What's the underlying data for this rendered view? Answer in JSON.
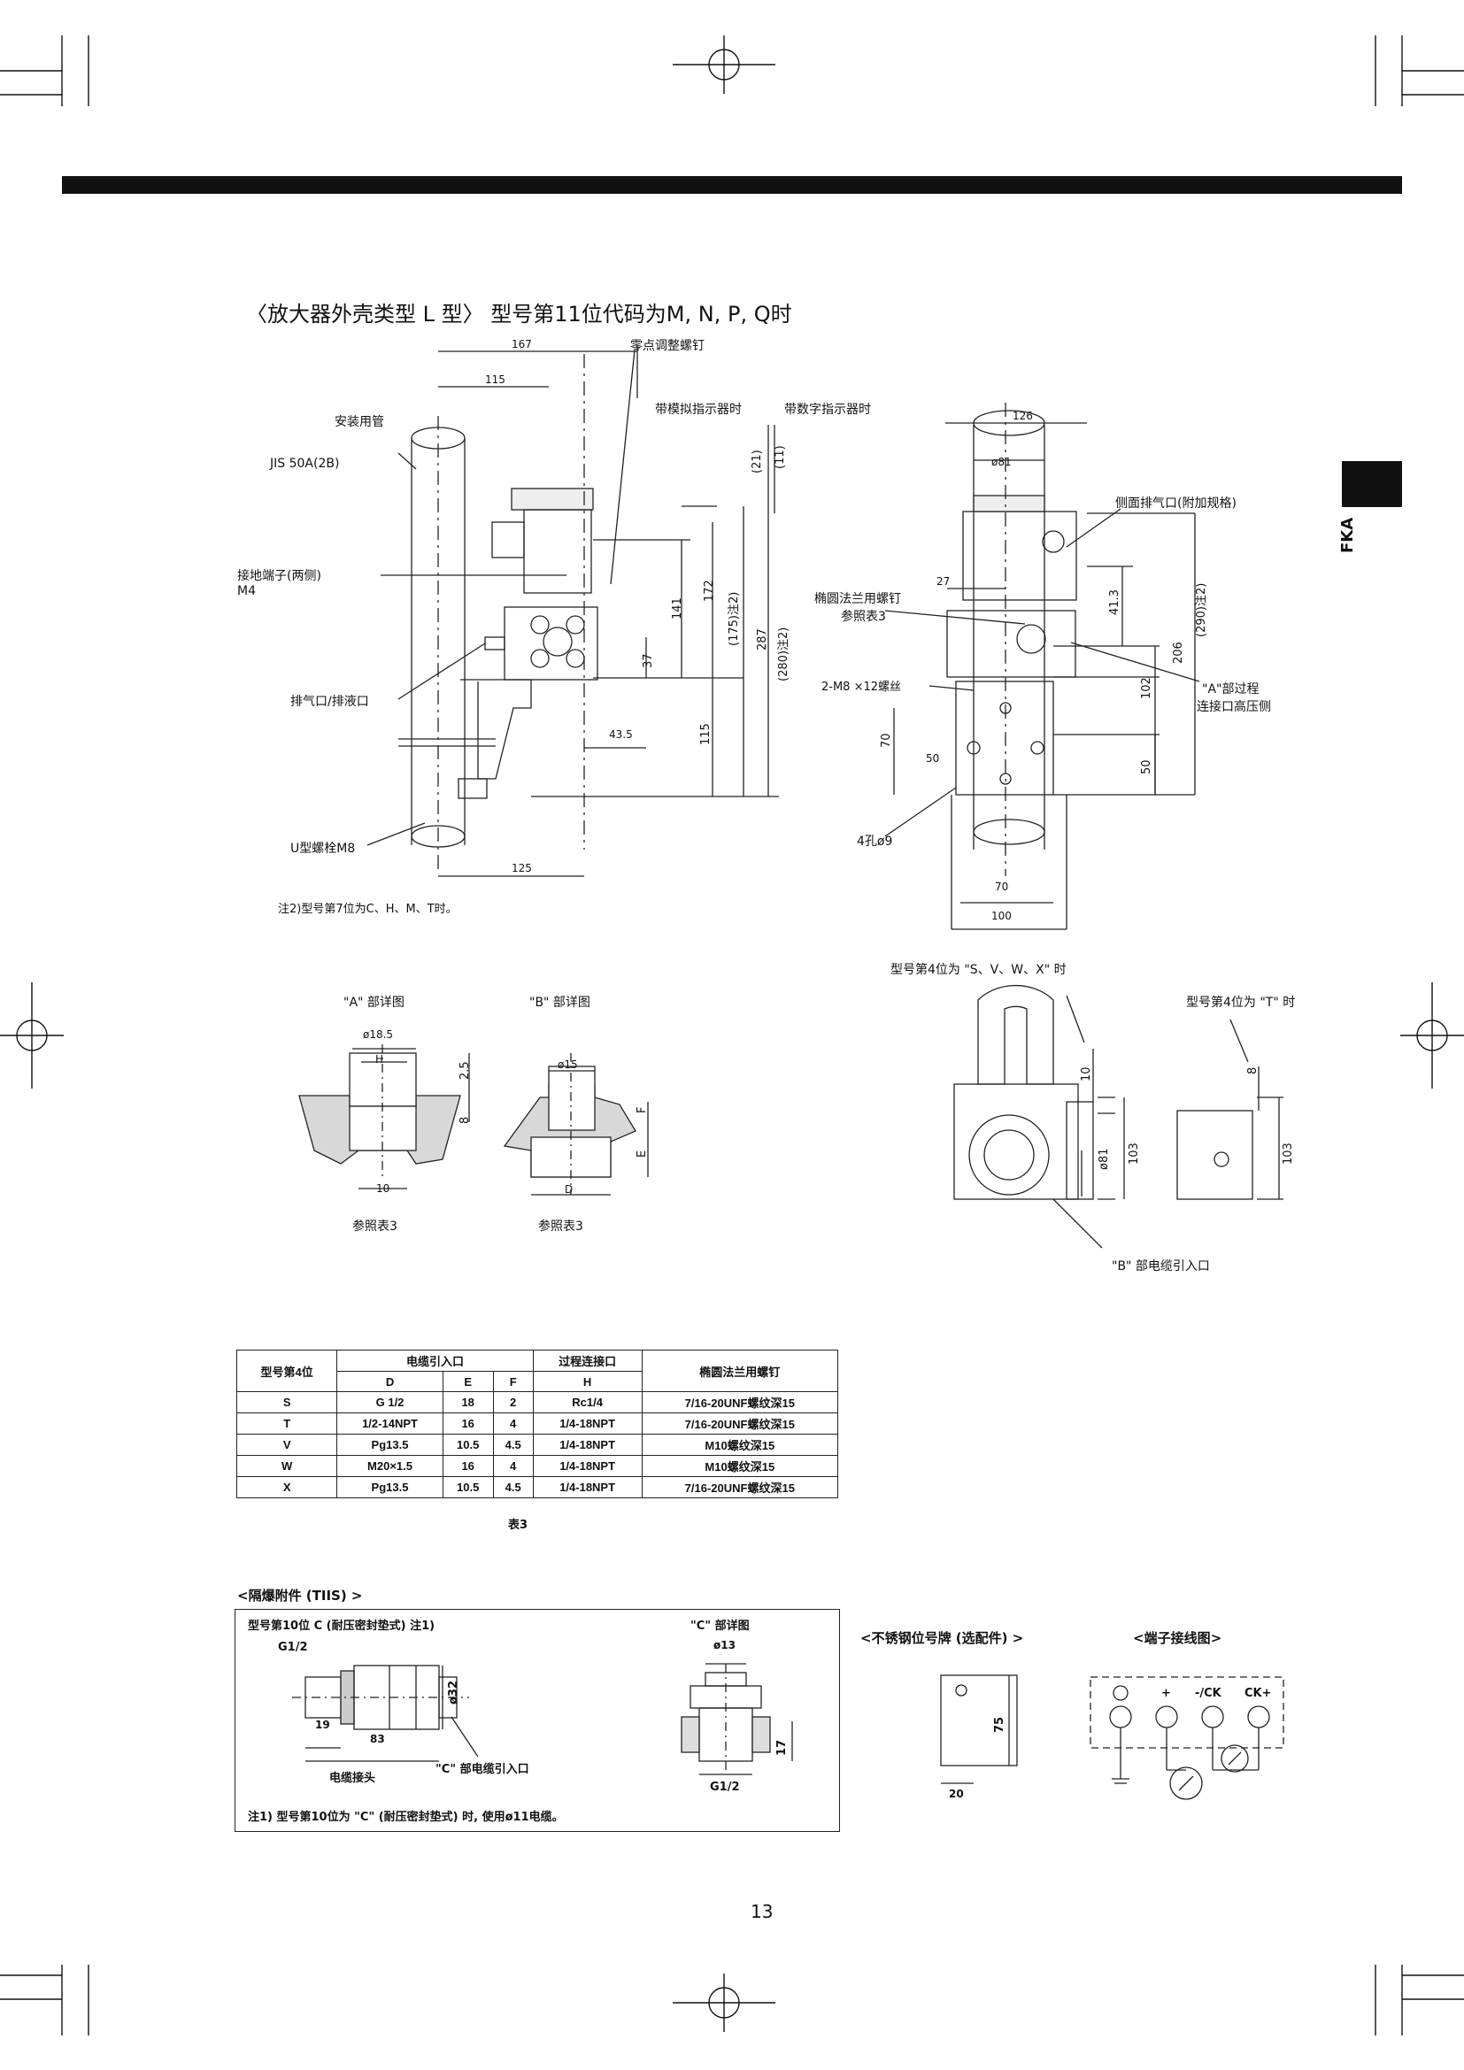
{
  "header": {
    "tab_label": "FKA",
    "page_number": "13"
  },
  "section_l": {
    "title": "〈放大器外壳类型 L 型〉 型号第11位代码为M, N, P, Q时",
    "labels": {
      "zero_screw": "零点调整螺钉",
      "mount_pipe": "安装用管",
      "jis": "JIS 50A(2B)",
      "analog": "带模拟指示器时",
      "digital": "带数字指示器时",
      "ground": "接地端子(两侧)",
      "m4": "M4",
      "vent": "排气口/排液口",
      "ubolt": "U型螺栓M8",
      "note2": "注2)型号第7位为C、H、M、T时。",
      "side_vent": "侧面排气口(附加规格)",
      "flange_bolt": "椭圆法兰用螺钉",
      "ref_table3": "参照表3",
      "m8": "2-M8 ×12螺丝",
      "a_process": "\"A\"部过程",
      "high_side": "连接口高压侧",
      "holes": "4孔ø9"
    },
    "dims": {
      "d167": "167",
      "d115a": "115",
      "d21": "(21)",
      "d11": "(11)",
      "d172": "172",
      "d141": "141",
      "d37": "37",
      "d175": "(175)注2)",
      "d287": "287",
      "d280": "(280)注2)",
      "d43_5": "43.5",
      "d115b": "115",
      "d125": "125",
      "d126": "126",
      "d81": "ø81",
      "d27": "27",
      "d41_3": "41.3",
      "d290": "(290)注2)",
      "d206": "206",
      "d102": "102",
      "d70": "70",
      "d50a": "50",
      "d50b": "50",
      "d70b": "70",
      "d100": "100"
    }
  },
  "details": {
    "a_detail": "\"A\" 部详图",
    "b_detail": "\"B\" 部详图",
    "d18_5": "ø18.5",
    "h": "H",
    "d2_5": "2.5",
    "d8": "8",
    "d10": "10",
    "d15": "ø15",
    "f": "F",
    "e": "E",
    "d": "D",
    "ref3a": "参照表3",
    "ref3b": "参照表3",
    "svwx": "型号第4位为 \"S、V、W、X\" 时",
    "t_case": "型号第4位为 \"T\" 时",
    "d10b": "10",
    "d8b": "8",
    "d81b": "ø81",
    "d103a": "103",
    "d103b": "103",
    "cable_b": "\"B\" 部电缆引入口"
  },
  "table3": {
    "header1": [
      "型号第4位",
      "电缆引入口",
      "过程连接口",
      "椭圆法兰用螺钉"
    ],
    "header2": [
      "D",
      "E",
      "F",
      "H"
    ],
    "rows": [
      [
        "S",
        "G 1/2",
        "18",
        "2",
        "Rc1/4",
        "7/16-20UNF螺纹深15"
      ],
      [
        "T",
        "1/2-14NPT",
        "16",
        "4",
        "1/4-18NPT",
        "7/16-20UNF螺纹深15"
      ],
      [
        "V",
        "Pg13.5",
        "10.5",
        "4.5",
        "1/4-18NPT",
        "M10螺纹深15"
      ],
      [
        "W",
        "M20×1.5",
        "16",
        "4",
        "1/4-18NPT",
        "M10螺纹深15"
      ],
      [
        "X",
        "Pg13.5",
        "10.5",
        "4.5",
        "1/4-18NPT",
        "7/16-20UNF螺纹深15"
      ]
    ],
    "caption": "表3"
  },
  "tiis": {
    "title": "<隔爆附件 (TIIS) >",
    "subtitle": "型号第10位 C (耐压密封垫式) 注1)",
    "g12a": "G1/2",
    "d32": "ø32",
    "d19": "19",
    "d83": "83",
    "cable_gland": "电缆接头",
    "c_cable": "\"C\" 部电缆引入口",
    "c_detail": "\"C\" 部详图",
    "d13": "ø13",
    "d17": "17",
    "g12b": "G1/2",
    "note1": "注1) 型号第10位为 \"C\" (耐压密封垫式) 时, 使用ø11电缆。"
  },
  "tag_plate": {
    "title": "<不锈钢位号牌 (选配件) >",
    "d75": "75",
    "d20": "20"
  },
  "terminal": {
    "title": "<端子接线图>",
    "plus": "+",
    "ck_minus": "-/CK",
    "ck_plus": "CK+"
  }
}
